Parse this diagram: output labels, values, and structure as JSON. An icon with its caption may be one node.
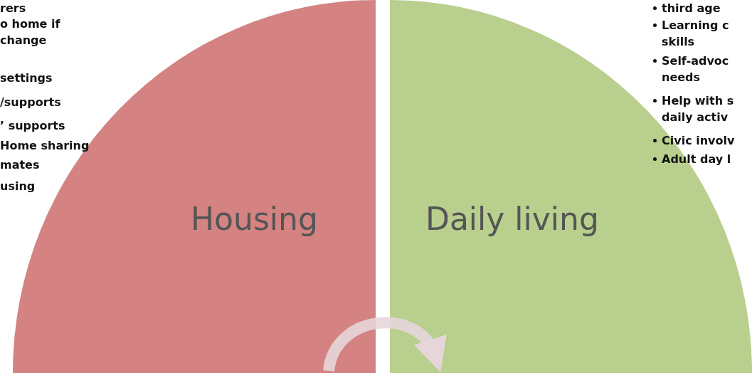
{
  "diagram": {
    "nodes": [
      {
        "text": [
          "Housing"
        ]
      },
      {
        "text": [
          "Daily living"
        ]
      }
    ],
    "edges": [
      {
        "from": 0,
        "to": 1,
        "arrow": "to"
      }
    ],
    "labels": [
      "rers",
      "o home if change",
      "settings",
      "/supports",
      "’ supports",
      "Home sharing",
      "mates",
      "using",
      "third age",
      "Learning c skills",
      "Self-advoc needs",
      "Help with s daily activ",
      "Civic involv",
      "Adult day l"
    ]
  }
}
